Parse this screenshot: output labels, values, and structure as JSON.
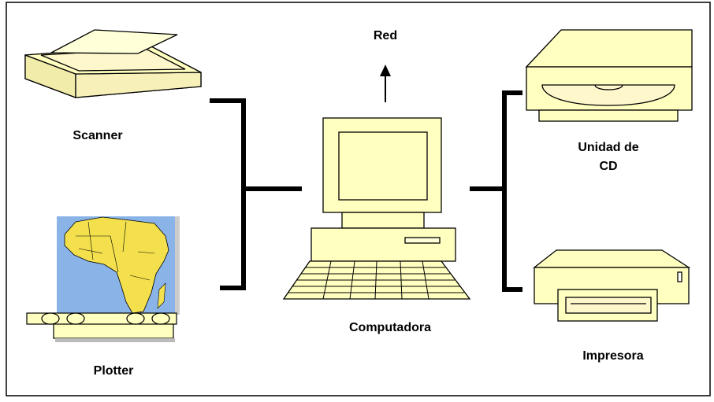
{
  "labels": {
    "network": "Red",
    "scanner": "Scanner",
    "plotter": "Plotter",
    "computer": "Computadora",
    "cd_line1": "Unidad de",
    "cd_line2": "CD",
    "printer": "Impresora"
  },
  "colors": {
    "device_fill": "#ffffc0",
    "outline": "#000000",
    "connector": "#000000",
    "map_sea": "#8ab4e8",
    "map_land": "#f4e04d",
    "frame": "#000000"
  },
  "icons": [
    "scanner-icon",
    "plotter-icon",
    "computer-icon",
    "cd-drive-icon",
    "printer-icon",
    "arrow-up-icon"
  ]
}
